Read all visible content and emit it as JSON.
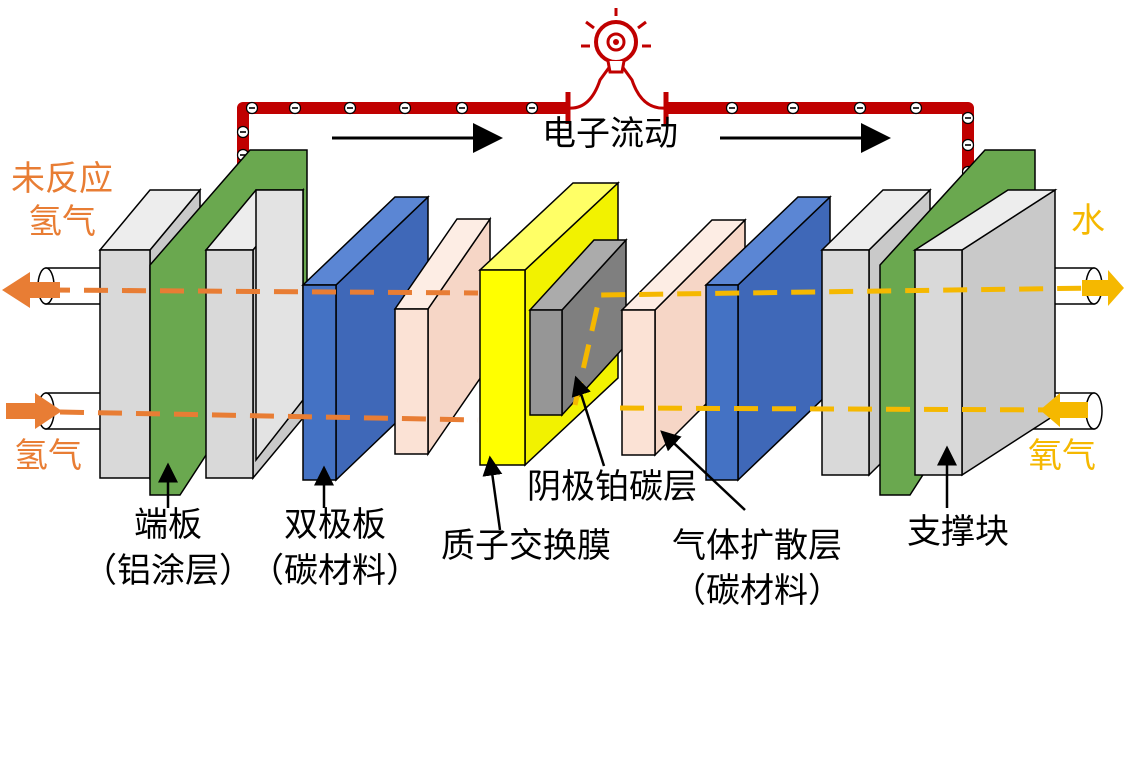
{
  "circuit": {
    "flow_label": "电子流动"
  },
  "gases": {
    "unreacted_h2": [
      "未反应",
      "氢气"
    ],
    "hydrogen": "氢气",
    "water": "水",
    "oxygen": "氧气"
  },
  "components": {
    "end_plate": [
      "端板",
      "（铝涂层）"
    ],
    "bipolar_plate": [
      "双极板",
      "（碳材料）"
    ],
    "pem": "质子交换膜",
    "cathode_pt_c": "阴极铂碳层",
    "gdl": [
      "气体扩散层",
      "（碳材料）"
    ],
    "support_block": "支撑块"
  },
  "colors": {
    "wire": "#C00000",
    "plate_gray": "#D9D9D9",
    "coating_green": "#6AA84F",
    "bipolar_blue": "#4472C4",
    "gdl_peach": "#FBE2D5",
    "pem_yellow": "#FFFF00",
    "catalyst_gray": "#969696",
    "hydrogen_flow": "#E87D34",
    "oxygen_flow": "#F5B800"
  },
  "icons": {
    "bulb": "lightbulb-icon",
    "electron": "electron-minus-icon"
  }
}
